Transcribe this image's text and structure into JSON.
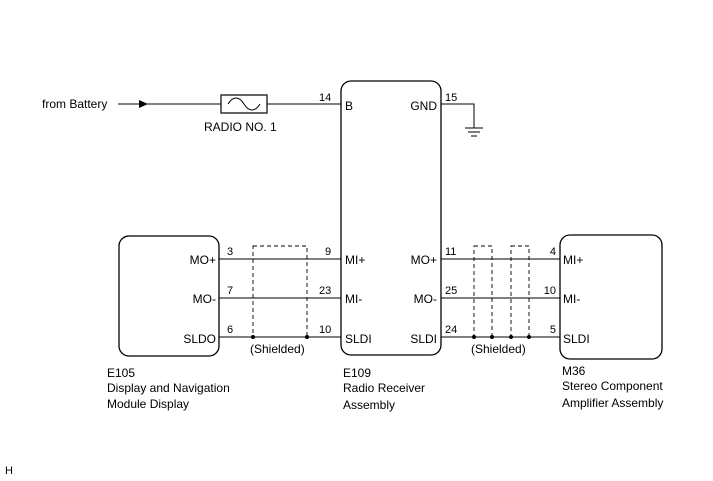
{
  "battery": {
    "label": "from Battery"
  },
  "fuse": {
    "label": "RADIO NO. 1"
  },
  "radio": {
    "code": "E109",
    "name_line1": "Radio Receiver",
    "name_line2": "Assembly",
    "pins": {
      "b": {
        "num": "14",
        "label": "B"
      },
      "gnd": {
        "num": "15",
        "label": "GND"
      },
      "mi_plus": {
        "num": "9",
        "label": "MI+"
      },
      "mi_minus": {
        "num": "23",
        "label": "MI-"
      },
      "sldi_left": {
        "num": "10",
        "label": "SLDI"
      },
      "mo_plus": {
        "num": "11",
        "label": "MO+"
      },
      "mo_minus": {
        "num": "25",
        "label": "MO-"
      },
      "sldi_right": {
        "num": "24",
        "label": "SLDI"
      }
    }
  },
  "display": {
    "code": "E105",
    "name_line1": "Display and Navigation",
    "name_line2": "Module Display",
    "pins": {
      "mo_plus": {
        "num": "3",
        "label": "MO+"
      },
      "mo_minus": {
        "num": "7",
        "label": "MO-"
      },
      "sldo": {
        "num": "6",
        "label": "SLDO"
      }
    }
  },
  "amplifier": {
    "code": "M36",
    "name_line1": "Stereo Component",
    "name_line2": "Amplifier Assembly",
    "pins": {
      "mi_plus": {
        "num": "4",
        "label": "MI+"
      },
      "mi_minus": {
        "num": "10",
        "label": "MI-"
      },
      "sldi": {
        "num": "5",
        "label": "SLDI"
      }
    }
  },
  "shielded_left": "(Shielded)",
  "shielded_right": "(Shielded)",
  "corner_mark": "H"
}
